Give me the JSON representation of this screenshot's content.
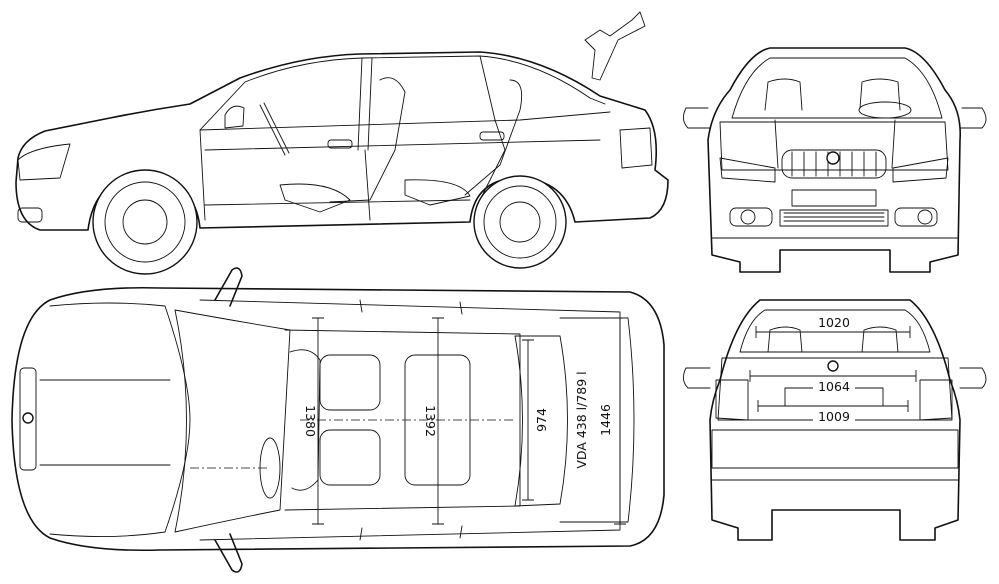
{
  "dimensions": {
    "front_width": "1020",
    "rear_upper": "1064",
    "rear_lower": "1009",
    "interior_front": "1380",
    "interior_rear": "1392",
    "trunk_depth": "974",
    "trunk_volume": "VDA 438 l/789 l",
    "overall_width": "1446"
  },
  "icons": {
    "logo": "skoda-logo-icon"
  }
}
